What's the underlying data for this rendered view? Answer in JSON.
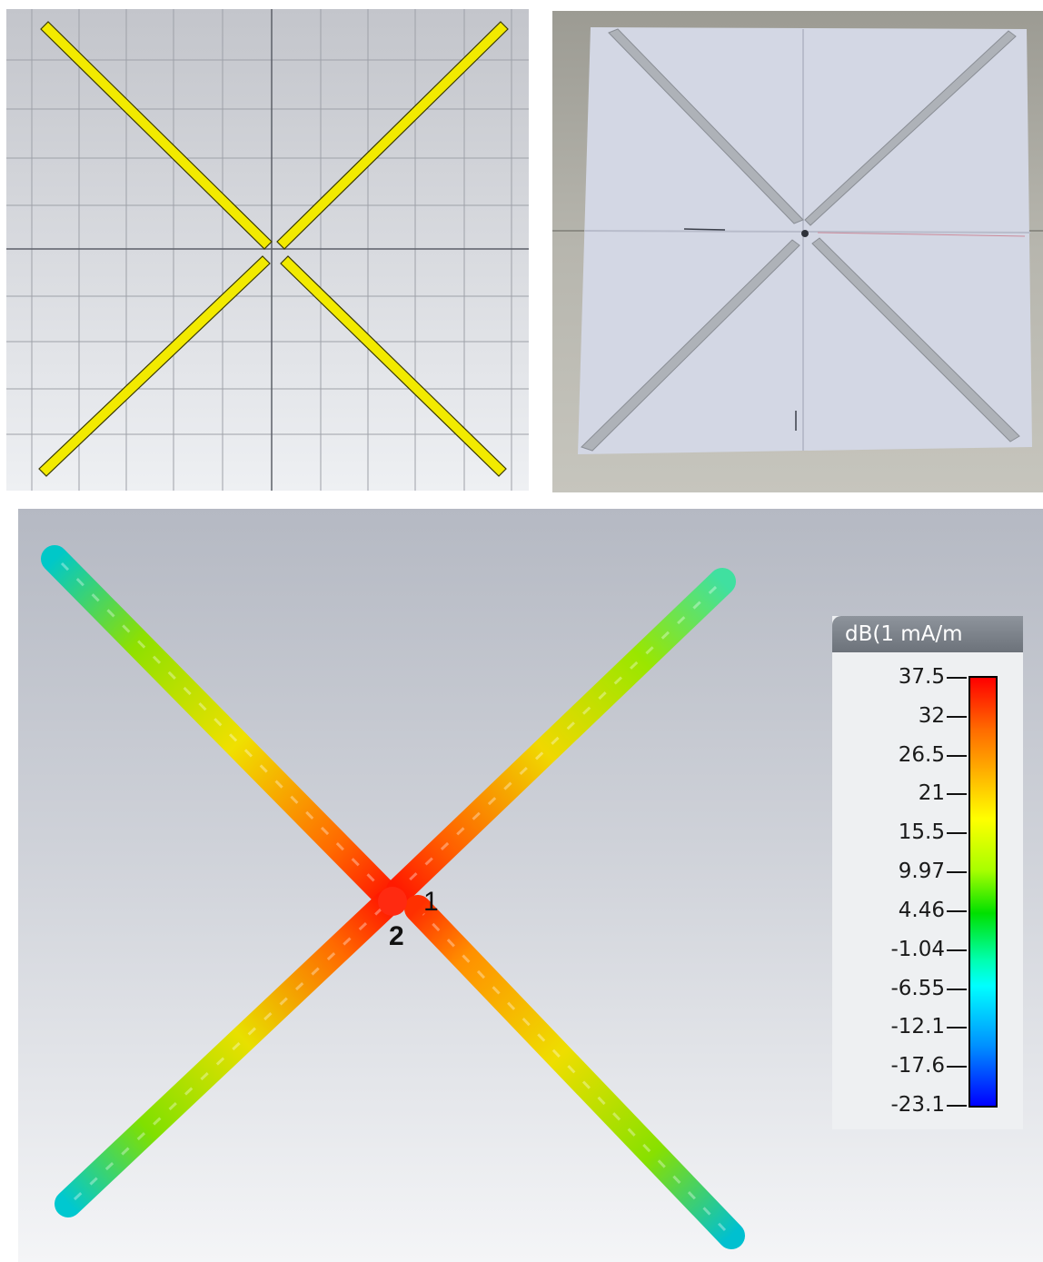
{
  "figure": {
    "panels": [
      {
        "id": "cad_model",
        "view": "top"
      },
      {
        "id": "prototype_photo"
      },
      {
        "id": "surface_current"
      }
    ]
  },
  "simulation": {
    "port_labels": [
      "1",
      "2"
    ],
    "legend": {
      "title": "dB(1 mA/m",
      "ticks": [
        "37.5",
        "32",
        "26.5",
        "21",
        "15.5",
        "9.97",
        "4.46",
        "-1.04",
        "-6.55",
        "-12.1",
        "-17.6",
        "-23.1"
      ],
      "max": 37.5,
      "min": -23.1
    }
  },
  "colors": {
    "strip_yellow": "#f2ea00",
    "strip_outline": "#3a3a00",
    "board_white": "#d3d7e4",
    "metal_strip": "#aeb2b8"
  }
}
